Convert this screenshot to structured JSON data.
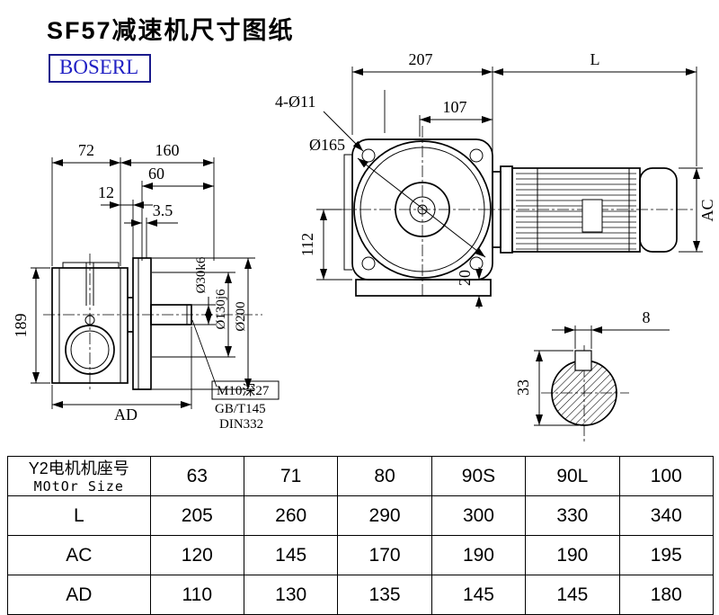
{
  "page": {
    "title": "SF57减速机尺寸图纸",
    "brand": "BOSERL"
  },
  "drawing": {
    "side": {
      "d72": "72",
      "d160": "160",
      "d60": "60",
      "d12": "12",
      "d35": "3.5",
      "d189": "189",
      "dia30": "Ø30k6",
      "dia130": "Ø130j6",
      "dia200": "Ø200",
      "dAD": "AD",
      "note1": "M10深27",
      "note2": "GB/T145",
      "note3": "DIN332"
    },
    "front": {
      "d207": "207",
      "dL": "L",
      "d107": "107",
      "holes": "4-Ø11",
      "dia165": "Ø165",
      "d112": "112",
      "d20": "20",
      "dAC": "AC"
    },
    "section": {
      "d8": "8",
      "d33": "33"
    }
  },
  "table": {
    "header_cn": "Y2电机机座号",
    "header_en": "MOtOr Size",
    "sizes": [
      "63",
      "71",
      "80",
      "90S",
      "90L",
      "100"
    ],
    "rows": [
      {
        "label": "L",
        "values": [
          "205",
          "260",
          "290",
          "300",
          "330",
          "340"
        ]
      },
      {
        "label": "AC",
        "values": [
          "120",
          "145",
          "170",
          "190",
          "190",
          "195"
        ]
      },
      {
        "label": "AD",
        "values": [
          "110",
          "130",
          "135",
          "145",
          "145",
          "180"
        ]
      }
    ]
  }
}
